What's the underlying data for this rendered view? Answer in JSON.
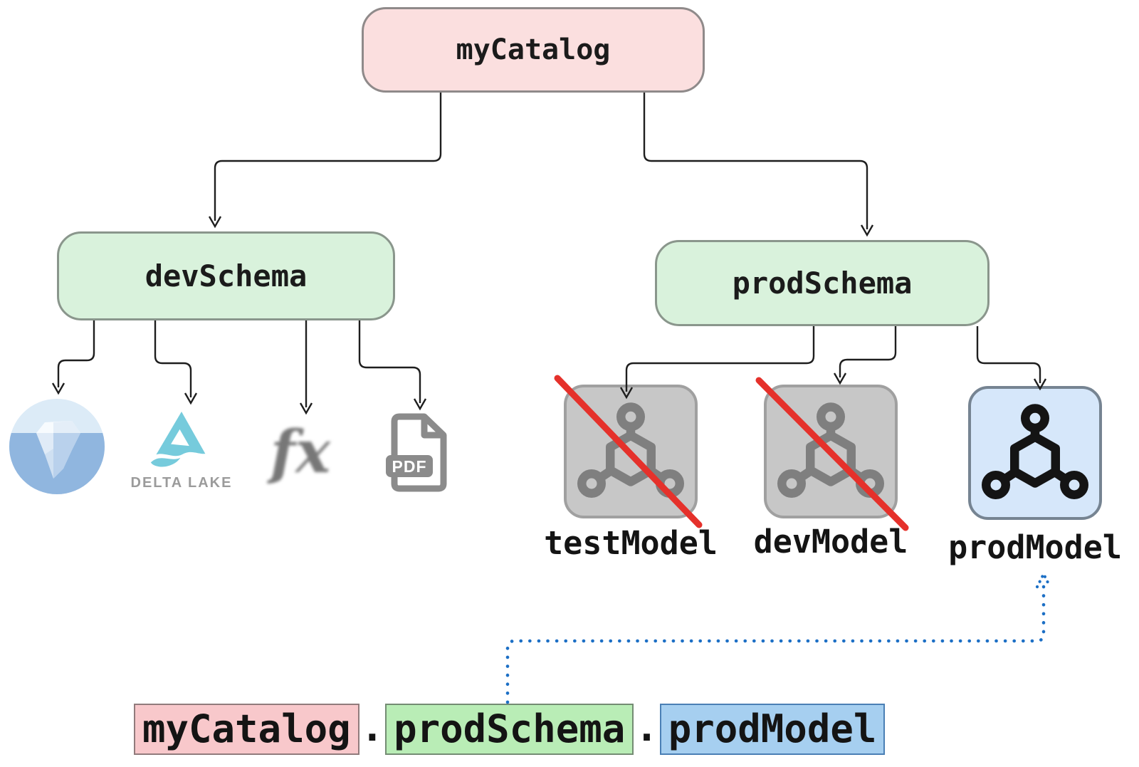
{
  "colors": {
    "catalog-fill": "#fbdfdf",
    "catalog-border": "#8f8a8a",
    "schema-fill": "#d9f2dc",
    "schema-border": "#8a968c",
    "card-gray-fill": "#c7c7c7",
    "card-gray-border": "#a0a0a0",
    "card-blue-fill": "#d6e7fa",
    "card-blue-border": "#768492",
    "icon-gray": "#7f7f7f",
    "icon-black": "#141414",
    "strike-red": "#e5312b",
    "connector": "#1e1e1e",
    "dotted-blue": "#1c6fc5",
    "hl-pink": "#f8c8cb",
    "hl-green": "#b9edb6",
    "hl-blue": "#a6cff0",
    "delta-cyan": "#76cbdc",
    "delta-text": "#9b9b9b",
    "pdf-gray": "#8b8b8b"
  },
  "tree": {
    "catalog": {
      "label": "myCatalog"
    },
    "schemas": [
      {
        "label": "devSchema"
      },
      {
        "label": "prodSchema"
      }
    ],
    "dev_assets": {
      "iceberg": {
        "name": "iceberg-table-icon"
      },
      "delta": {
        "name": "delta-lake-icon",
        "caption": "DELTA LAKE"
      },
      "function": {
        "name": "function-icon",
        "label": "fx"
      },
      "pdf": {
        "name": "pdf-file-icon",
        "label": "PDF"
      }
    },
    "models": [
      {
        "label": "testModel",
        "status": "crossed-out"
      },
      {
        "label": "devModel",
        "status": "crossed-out"
      },
      {
        "label": "prodModel",
        "status": "active"
      }
    ]
  },
  "namespace": {
    "parts": [
      {
        "text": "myCatalog",
        "highlight": "pink"
      },
      {
        "text": ".",
        "highlight": "none"
      },
      {
        "text": "prodSchema",
        "highlight": "green"
      },
      {
        "text": ".",
        "highlight": "none"
      },
      {
        "text": "prodModel",
        "highlight": "blue"
      }
    ]
  }
}
